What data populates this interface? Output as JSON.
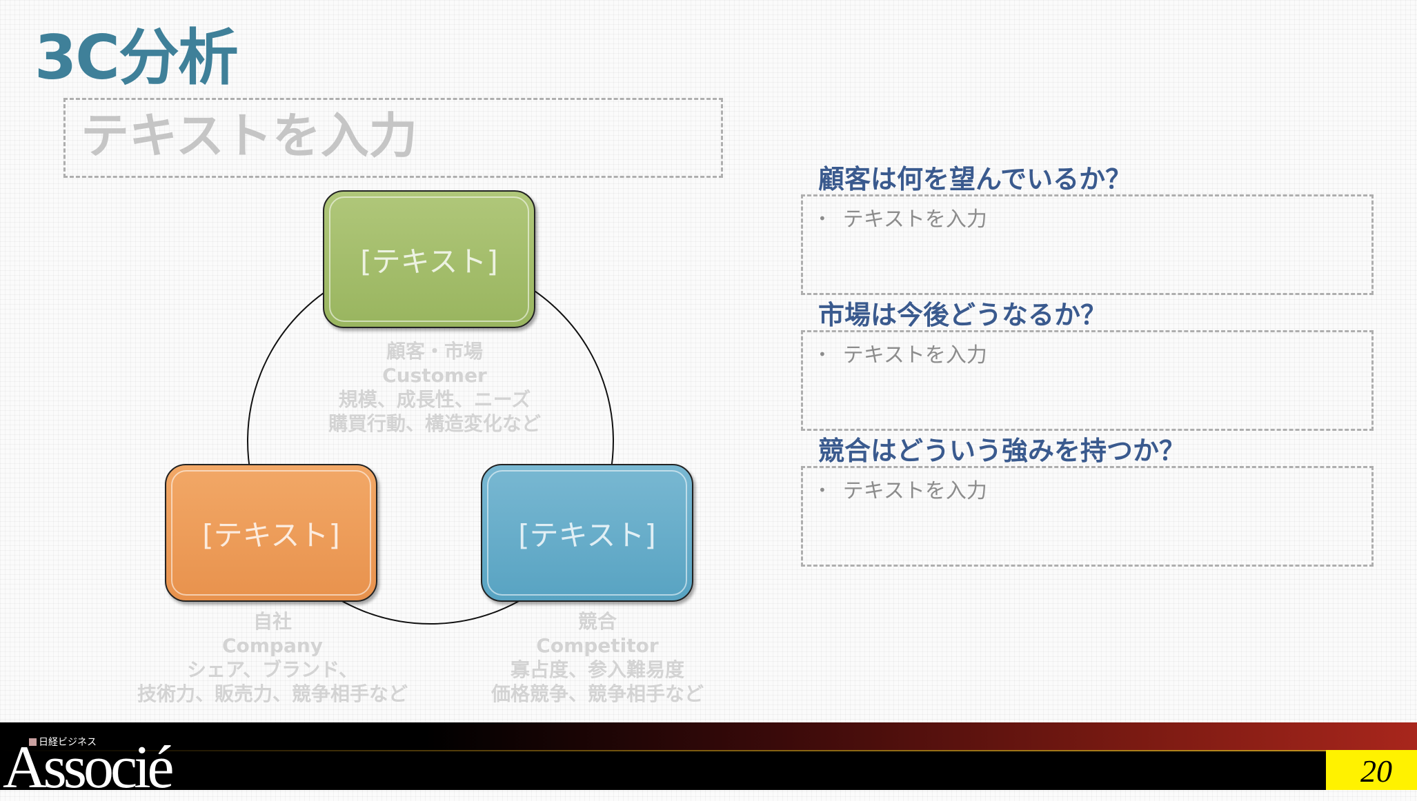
{
  "title": "3C分析",
  "subtitle": "テキストを入力",
  "circles": {
    "top": {
      "text": "[テキスト]",
      "color": "#a4bf6b"
    },
    "left": {
      "text": "[テキスト]",
      "color": "#ed9e59"
    },
    "right": {
      "text": "[テキスト]",
      "color": "#67adc9"
    }
  },
  "labels": {
    "customer": [
      "顧客・市場",
      "Customer",
      "規模、成長性、ニーズ",
      "購買行動、構造変化など"
    ],
    "company": [
      "自社",
      "Company",
      "シェア、ブランド、",
      "技術力、販売力、競争相手など"
    ],
    "competitor": [
      "競合",
      "Competitor",
      "寡占度、参入難易度",
      "価格競争、競争相手など"
    ]
  },
  "questions": [
    {
      "heading": "顧客は何を望んでいるか？",
      "bullet": "テキストを入力"
    },
    {
      "heading": "市場は今後どうなるか？",
      "bullet": "テキストを入力"
    },
    {
      "heading": "競合はどういう強みを持つか？",
      "bullet": "テキストを入力"
    }
  ],
  "footer": {
    "logo_small": "日経ビジネス",
    "logo": "Associé",
    "page": "20",
    "page_bg": "#fff200"
  }
}
